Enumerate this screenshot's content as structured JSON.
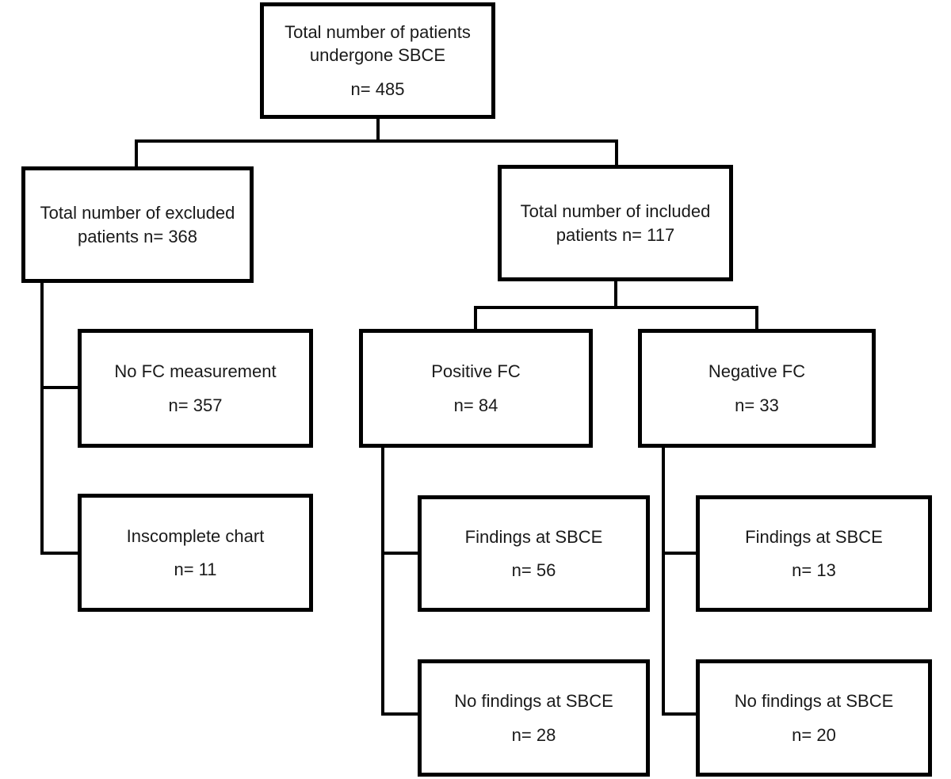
{
  "diagram": {
    "type": "flowchart",
    "topic": "Patient flow for SBCE study",
    "colors": {
      "box_border": "#000000",
      "box_background": "#ffffff",
      "text": "#1a1a1a",
      "connector": "#000000"
    },
    "nodes": {
      "root": {
        "label": "Total number of patients undergone SBCE",
        "n_label": "n= 485",
        "value": 485
      },
      "excluded": {
        "label": "Total number of excluded patients n= 368",
        "value": 368
      },
      "included": {
        "label": "Total number of included patients n= 117",
        "value": 117
      },
      "no_fc": {
        "label": "No FC measurement",
        "n_label": "n= 357",
        "value": 357
      },
      "incomplete": {
        "label": "Inscomplete chart",
        "n_label": "n= 11",
        "value": 11
      },
      "positive_fc": {
        "label": "Positive FC",
        "n_label": "n= 84",
        "value": 84
      },
      "negative_fc": {
        "label": "Negative FC",
        "n_label": "n= 33",
        "value": 33
      },
      "findings_pos": {
        "label": "Findings at SBCE",
        "n_label": "n= 56",
        "value": 56
      },
      "no_findings_pos": {
        "label": "No findings at SBCE",
        "n_label": "n= 28",
        "value": 28
      },
      "findings_neg": {
        "label": "Findings at SBCE",
        "n_label": "n= 13",
        "value": 13
      },
      "no_findings_neg": {
        "label": "No findings at SBCE",
        "n_label": "n= 20",
        "value": 20
      }
    },
    "edges": [
      {
        "from": "root",
        "to": "excluded"
      },
      {
        "from": "root",
        "to": "included"
      },
      {
        "from": "excluded",
        "to": "no_fc"
      },
      {
        "from": "excluded",
        "to": "incomplete"
      },
      {
        "from": "included",
        "to": "positive_fc"
      },
      {
        "from": "included",
        "to": "negative_fc"
      },
      {
        "from": "positive_fc",
        "to": "findings_pos"
      },
      {
        "from": "positive_fc",
        "to": "no_findings_pos"
      },
      {
        "from": "negative_fc",
        "to": "findings_neg"
      },
      {
        "from": "negative_fc",
        "to": "no_findings_neg"
      }
    ]
  }
}
